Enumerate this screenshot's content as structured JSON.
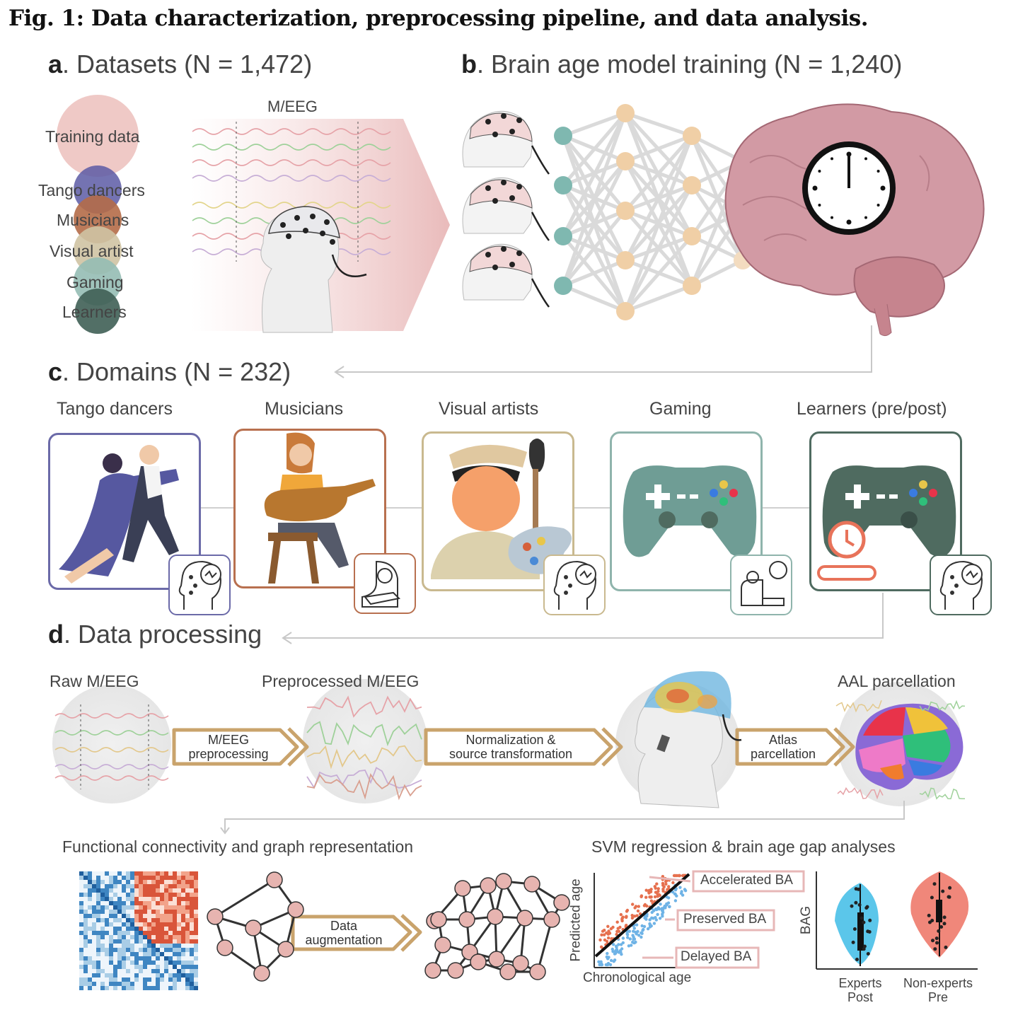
{
  "figure_title": "Fig. 1: Data characterization, preprocessing pipeline, and data analysis.",
  "panel_a": {
    "letter": "a",
    "title": ". Datasets (N = 1,472)",
    "signal_label": "M/EEG",
    "datasets": [
      "Training data",
      "Tango dancers",
      "Musicians",
      "Visual artist",
      "Gaming",
      "Learners"
    ]
  },
  "panel_b": {
    "letter": "b",
    "title": ". Brain age model training (N = 1,240)"
  },
  "panel_c": {
    "letter": "c",
    "title": ". Domains (N = 232)",
    "domains": [
      "Tango dancers",
      "Musicians",
      "Visual artists",
      "Gaming",
      "Learners (pre/post)"
    ]
  },
  "panel_d": {
    "letter": "d",
    "title": ". Data processing",
    "raw_label": "Raw M/EEG",
    "preprocessed_label": "Preprocessed M/EEG",
    "aal_label": "AAL parcellation",
    "step1": [
      "M/EEG",
      "preprocessing"
    ],
    "step2": [
      "Normalization &",
      "source transformation"
    ],
    "step3": [
      "Atlas",
      "parcellation"
    ],
    "connectivity_label": "Functional connectivity and graph representation",
    "augmentation": [
      "Data",
      "augmentation"
    ],
    "svm_label": "SVM regression & brain age gap analyses",
    "scatter": {
      "xlabel": "Chronological age",
      "ylabel": "Predicted age",
      "callouts": [
        "Accelerated BA",
        "Preserved BA",
        "Delayed BA"
      ]
    },
    "violin": {
      "ylabel": "BAG",
      "groups": [
        {
          "name": "Experts",
          "sub": "Post",
          "color": "#5bc6ea"
        },
        {
          "name": "Non-experts",
          "sub": "Pre",
          "color": "#f0877a"
        }
      ]
    }
  },
  "colors": {
    "tango": "#6b6aa8",
    "musicians": "#b8704f",
    "visual": "#c9b98f",
    "gaming": "#8fb4ac",
    "learners": "#4f6b60",
    "gold": "#c9a36c",
    "brain": "#c98a94"
  }
}
